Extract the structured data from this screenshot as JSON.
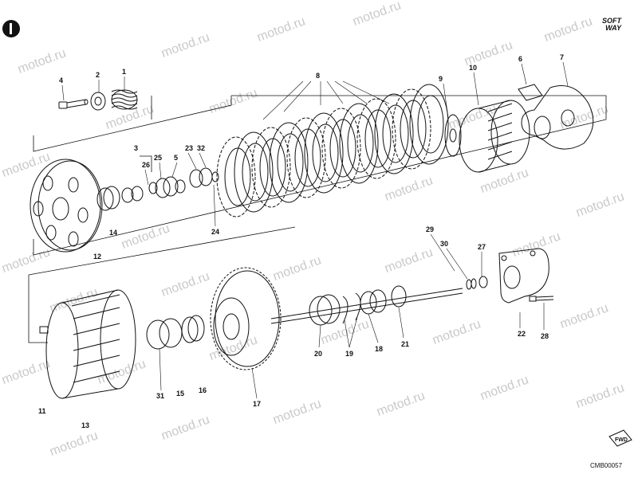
{
  "watermark": "motod.ru",
  "brand": {
    "line1": "SOFT",
    "line2": "WAY"
  },
  "drawing_code": "CMB00057",
  "fwd_label": "FWD",
  "callouts": [
    "1",
    "2",
    "3",
    "4",
    "5",
    "6",
    "7",
    "8",
    "9",
    "10",
    "11",
    "12",
    "13",
    "14",
    "15",
    "16",
    "17",
    "18",
    "19",
    "20",
    "21",
    "22",
    "23",
    "24",
    "25",
    "26",
    "27",
    "28",
    "29",
    "30",
    "31",
    "32"
  ]
}
